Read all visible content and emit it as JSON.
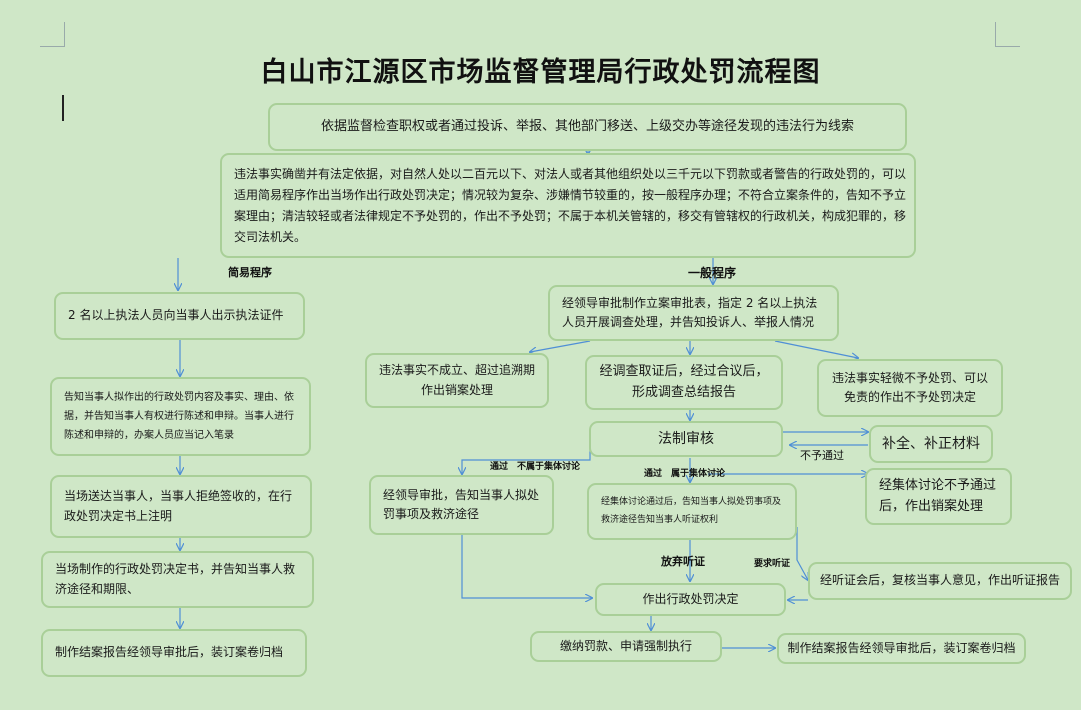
{
  "title": "白山市江源区市场监督管理局行政处罚流程图",
  "boxes": {
    "source": "依据监督检查职权或者通过投诉、举报、其他部门移送、上级交办等途径发现的违法行为线索",
    "criteria": "违法事实确凿并有法定依据，对自然人处以二百元以下、对法人或者其他组织处以三千元以下罚款或者警告的行政处罚的，可以适用简易程序作出当场作出行政处罚决定；情况较为复杂、涉嫌情节较重的，按一般程序办理；不符合立案条件的，告知不予立案理由；清洁较轻或者法律规定不予处罚的，作出不予处罚；不属于本机关管辖的，移交有管辖权的行政机关，构成犯罪的，移交司法机关。",
    "simple1": "2 名以上执法人员向当事人出示执法证件",
    "simple2": "告知当事人拟作出的行政处罚内容及事实、理由、依据，并告知当事人有权进行陈述和申辩。当事人进行陈述和申辩的，办案人员应当记入笔录",
    "simple3": "当场送达当事人，当事人拒绝签收的，在行政处罚决定书上注明",
    "simple4": "当场制作的行政处罚决定书，并告知当事人救济途径和期限、",
    "simple5": "制作结案报告经领导审批后，装订案卷归档",
    "general1": "经领导审批制作立案审批表，指定 2 名以上执法人员开展调查处理，并告知投诉人、举报人情况",
    "revoke1": "违法事实不成立、超过追溯期作出销案处理",
    "investigate": "经调查取证后，经过合议后，形成调查总结报告",
    "minor": "违法事实轻微不予处罚、可以免责的作出不予处罚决定",
    "legal_review": "法制审核",
    "supplement": "补全、补正材料",
    "leader_approve": "经领导审批，告知当事人拟处罚事项及救济途径",
    "collective": "经集体讨论通过后，告知当事人拟处罚事项及救济途径告知当事人听证权利",
    "collective_reject": "经集体讨论不予通过后，作出销案处理",
    "hearing": "经听证会后，复核当事人意见，作出听证报告",
    "decision": "作出行政处罚决定",
    "execute": "缴纳罚款、申请强制执行",
    "archive": "制作结案报告经领导审批后，装订案卷归档"
  },
  "labels": {
    "simple_proc": "简易程序",
    "general_proc": "一般程序",
    "not_pass": "不予通过",
    "pass_not_collective": "通过　不属于集体讨论",
    "pass_collective": "通过　属于集体讨论",
    "waive_hearing": "放弃听证",
    "request_hearing": "要求听证"
  },
  "colors": {
    "background": "#cfe7c7",
    "box_border": "#a9cf98",
    "arrow": "#4f8fd6"
  }
}
